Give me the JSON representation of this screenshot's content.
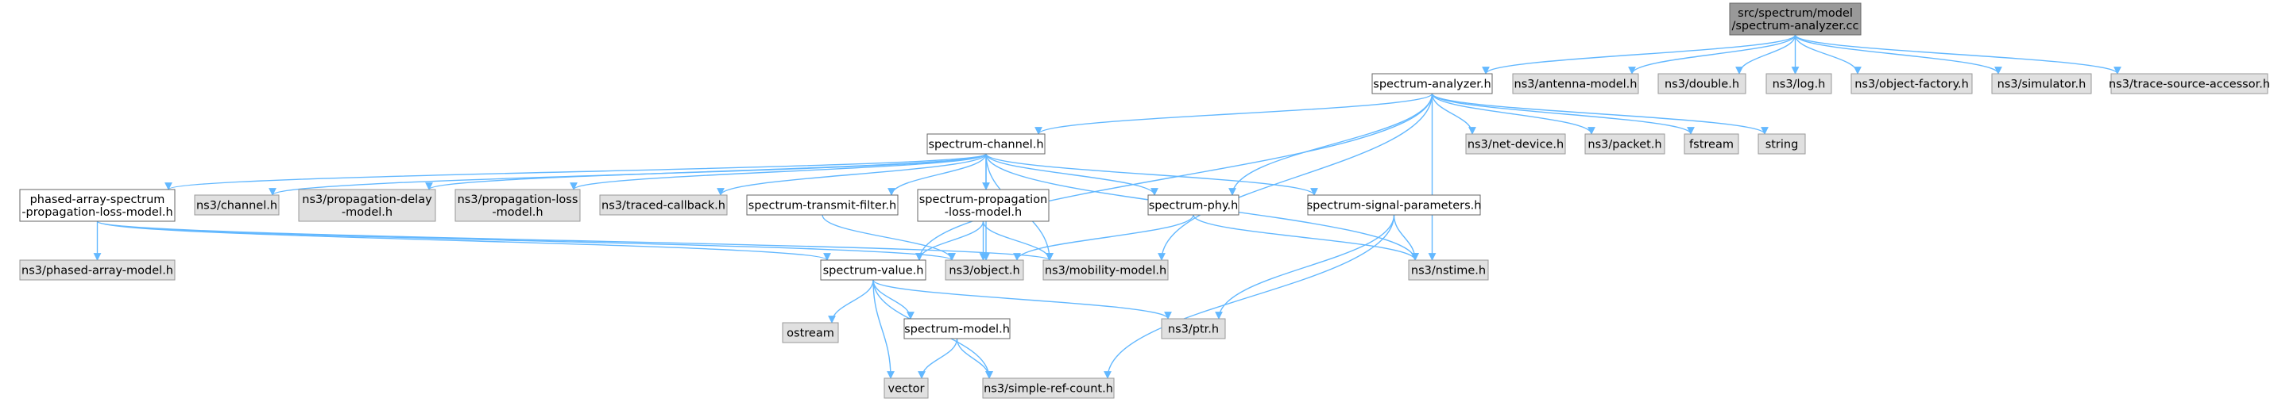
{
  "diagram": {
    "colors": {
      "edge": "#63b8ff",
      "root_fill": "#999999",
      "local_fill": "#ffffff",
      "system_fill": "#e0e0e0",
      "text": "#000000"
    },
    "nodes": {
      "n0": {
        "lines": [
          "src/spectrum/model",
          "/spectrum-analyzer.cc"
        ],
        "kind": "root"
      },
      "n1": {
        "lines": [
          "spectrum-analyzer.h"
        ],
        "kind": "local"
      },
      "n2": {
        "lines": [
          "ns3/antenna-model.h"
        ],
        "kind": "sys"
      },
      "n3": {
        "lines": [
          "ns3/double.h"
        ],
        "kind": "sys"
      },
      "n4": {
        "lines": [
          "ns3/log.h"
        ],
        "kind": "sys"
      },
      "n5": {
        "lines": [
          "ns3/object-factory.h"
        ],
        "kind": "sys"
      },
      "n6": {
        "lines": [
          "ns3/simulator.h"
        ],
        "kind": "sys"
      },
      "n7": {
        "lines": [
          "ns3/trace-source-accessor.h"
        ],
        "kind": "sys"
      },
      "n8": {
        "lines": [
          "spectrum-channel.h"
        ],
        "kind": "local"
      },
      "n9": {
        "lines": [
          "ns3/net-device.h"
        ],
        "kind": "sys"
      },
      "n10": {
        "lines": [
          "ns3/packet.h"
        ],
        "kind": "sys"
      },
      "n11": {
        "lines": [
          "fstream"
        ],
        "kind": "sys"
      },
      "n12": {
        "lines": [
          "string"
        ],
        "kind": "sys"
      },
      "n13": {
        "lines": [
          "phased-array-spectrum",
          "-propagation-loss-model.h"
        ],
        "kind": "local"
      },
      "n14": {
        "lines": [
          "ns3/channel.h"
        ],
        "kind": "sys"
      },
      "n15": {
        "lines": [
          "ns3/propagation-delay",
          "-model.h"
        ],
        "kind": "sys"
      },
      "n16": {
        "lines": [
          "ns3/propagation-loss",
          "-model.h"
        ],
        "kind": "sys"
      },
      "n17": {
        "lines": [
          "ns3/traced-callback.h"
        ],
        "kind": "sys"
      },
      "n18": {
        "lines": [
          "spectrum-transmit-filter.h"
        ],
        "kind": "local"
      },
      "n19": {
        "lines": [
          "spectrum-propagation",
          "-loss-model.h"
        ],
        "kind": "local"
      },
      "n20": {
        "lines": [
          "spectrum-phy.h"
        ],
        "kind": "local"
      },
      "n21": {
        "lines": [
          "spectrum-signal-parameters.h"
        ],
        "kind": "local"
      },
      "n22": {
        "lines": [
          "ns3/phased-array-model.h"
        ],
        "kind": "sys"
      },
      "n23": {
        "lines": [
          "spectrum-value.h"
        ],
        "kind": "local"
      },
      "n24": {
        "lines": [
          "ns3/object.h"
        ],
        "kind": "sys"
      },
      "n25": {
        "lines": [
          "ns3/mobility-model.h"
        ],
        "kind": "sys"
      },
      "n26": {
        "lines": [
          "ns3/nstime.h"
        ],
        "kind": "sys"
      },
      "n27": {
        "lines": [
          "ostream"
        ],
        "kind": "sys"
      },
      "n28": {
        "lines": [
          "spectrum-model.h"
        ],
        "kind": "local"
      },
      "n29": {
        "lines": [
          "ns3/ptr.h"
        ],
        "kind": "sys"
      },
      "n30": {
        "lines": [
          "vector"
        ],
        "kind": "sys"
      },
      "n31": {
        "lines": [
          "ns3/simple-ref-count.h"
        ],
        "kind": "sys"
      }
    },
    "edges": [
      [
        "n0",
        "n1"
      ],
      [
        "n0",
        "n2"
      ],
      [
        "n0",
        "n3"
      ],
      [
        "n0",
        "n4"
      ],
      [
        "n0",
        "n5"
      ],
      [
        "n0",
        "n6"
      ],
      [
        "n0",
        "n7"
      ],
      [
        "n1",
        "n8"
      ],
      [
        "n1",
        "n9"
      ],
      [
        "n1",
        "n10"
      ],
      [
        "n1",
        "n11"
      ],
      [
        "n1",
        "n12"
      ],
      [
        "n1",
        "n20"
      ],
      [
        "n1",
        "n23"
      ],
      [
        "n1",
        "n25"
      ],
      [
        "n1",
        "n26"
      ],
      [
        "n8",
        "n13"
      ],
      [
        "n8",
        "n14"
      ],
      [
        "n8",
        "n15"
      ],
      [
        "n8",
        "n16"
      ],
      [
        "n8",
        "n17"
      ],
      [
        "n8",
        "n18"
      ],
      [
        "n8",
        "n19"
      ],
      [
        "n8",
        "n20"
      ],
      [
        "n8",
        "n21"
      ],
      [
        "n8",
        "n24"
      ],
      [
        "n8",
        "n25"
      ],
      [
        "n8",
        "n26"
      ],
      [
        "n13",
        "n22"
      ],
      [
        "n13",
        "n23"
      ],
      [
        "n13",
        "n24"
      ],
      [
        "n13",
        "n25"
      ],
      [
        "n18",
        "n24"
      ],
      [
        "n19",
        "n23"
      ],
      [
        "n19",
        "n24"
      ],
      [
        "n19",
        "n25"
      ],
      [
        "n20",
        "n24"
      ],
      [
        "n20",
        "n26"
      ],
      [
        "n21",
        "n26"
      ],
      [
        "n21",
        "n29"
      ],
      [
        "n21",
        "n31"
      ],
      [
        "n23",
        "n27"
      ],
      [
        "n23",
        "n28"
      ],
      [
        "n23",
        "n29"
      ],
      [
        "n23",
        "n30"
      ],
      [
        "n23",
        "n31"
      ],
      [
        "n28",
        "n30"
      ],
      [
        "n28",
        "n31"
      ]
    ]
  }
}
